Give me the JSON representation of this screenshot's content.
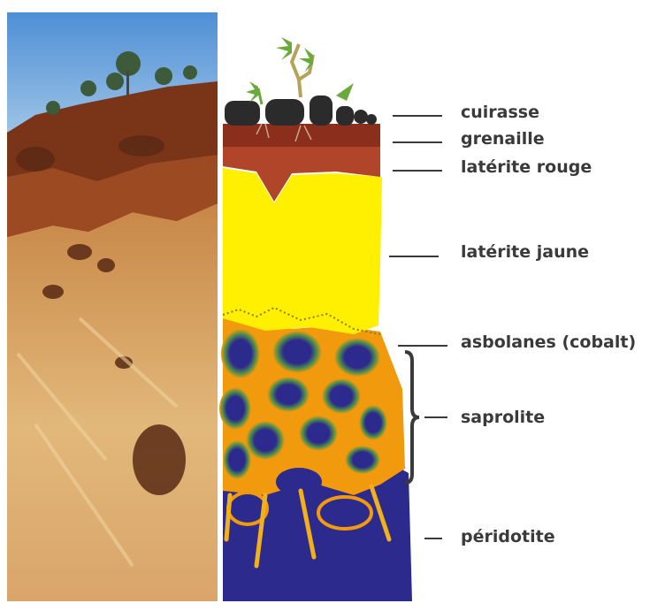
{
  "layers": [
    {
      "id": "cuirasse",
      "label": "cuirasse"
    },
    {
      "id": "grenaille",
      "label": "grenaille"
    },
    {
      "id": "laterite-rouge",
      "label": "latérite rouge"
    },
    {
      "id": "laterite-jaune",
      "label": "latérite jaune"
    },
    {
      "id": "asbolanes",
      "label": "asbolanes (cobalt)"
    },
    {
      "id": "saprolite",
      "label": "saprolite"
    },
    {
      "id": "peridotite",
      "label": "péridotite"
    }
  ],
  "colors": {
    "sky": "#6fa8dc",
    "cuirasse": "#2b2b2b",
    "grenaille": "#8b2f1c",
    "laterite_rouge": "#b0452a",
    "laterite_jaune": "#ffef00",
    "saprolite": "#f29a0e",
    "peridotite": "#2c2a8c",
    "leader": "#3a3a3a",
    "text": "#3a3a3a"
  }
}
